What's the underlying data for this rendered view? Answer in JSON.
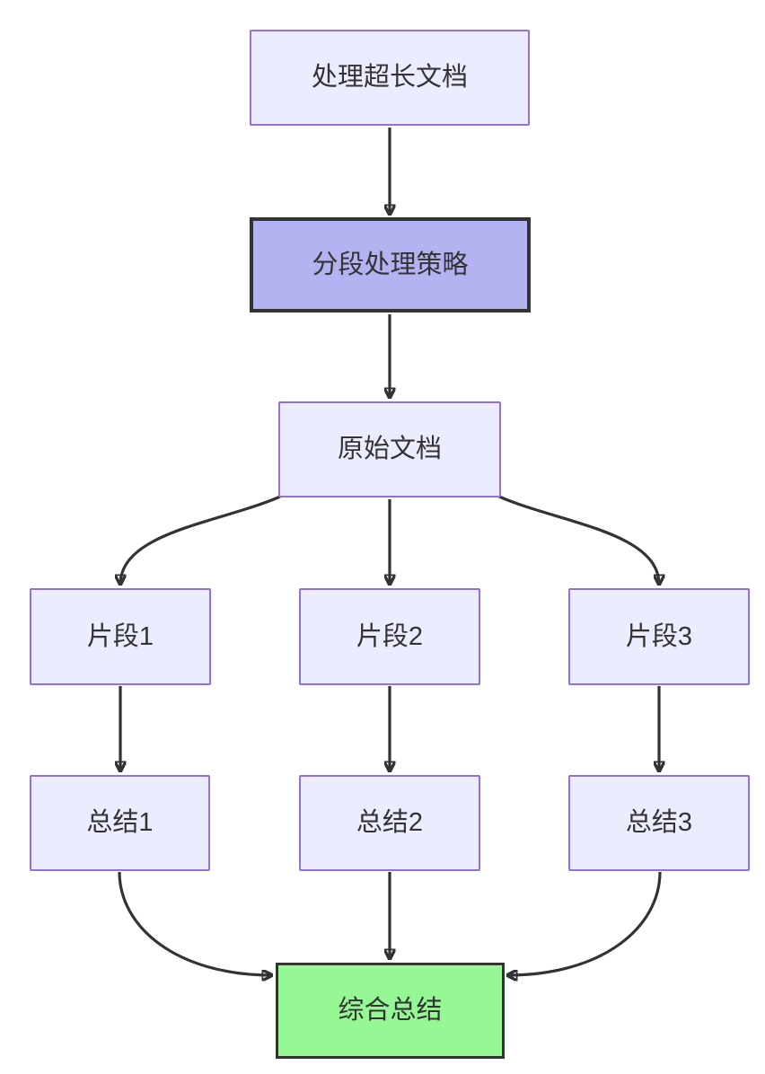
{
  "diagram": {
    "type": "flowchart",
    "direction": "top-down",
    "nodes": [
      {
        "id": "A",
        "label": "处理超长文档",
        "style": "default"
      },
      {
        "id": "B",
        "label": "分段处理策略",
        "style": "strategy"
      },
      {
        "id": "C",
        "label": "原始文档",
        "style": "default"
      },
      {
        "id": "D",
        "label": "片段1",
        "style": "default"
      },
      {
        "id": "E",
        "label": "片段2",
        "style": "default"
      },
      {
        "id": "F",
        "label": "片段3",
        "style": "default"
      },
      {
        "id": "G",
        "label": "总结1",
        "style": "default"
      },
      {
        "id": "H",
        "label": "总结2",
        "style": "default"
      },
      {
        "id": "I",
        "label": "总结3",
        "style": "default"
      },
      {
        "id": "J",
        "label": "综合总结",
        "style": "result"
      }
    ],
    "edges": [
      {
        "from": "A",
        "to": "B"
      },
      {
        "from": "B",
        "to": "C"
      },
      {
        "from": "C",
        "to": "D"
      },
      {
        "from": "C",
        "to": "E"
      },
      {
        "from": "C",
        "to": "F"
      },
      {
        "from": "D",
        "to": "G"
      },
      {
        "from": "E",
        "to": "H"
      },
      {
        "from": "F",
        "to": "I"
      },
      {
        "from": "G",
        "to": "J"
      },
      {
        "from": "H",
        "to": "J"
      },
      {
        "from": "I",
        "to": "J"
      }
    ],
    "colors": {
      "background": "#ffffff",
      "node_fill": "#ECECFF",
      "node_border": "#9370DB",
      "strategy_fill": "#b3b3f2",
      "strategy_border": "#333333",
      "result_fill": "#95f895",
      "result_border": "#333333",
      "edge": "#333333",
      "text": "#333333"
    }
  }
}
